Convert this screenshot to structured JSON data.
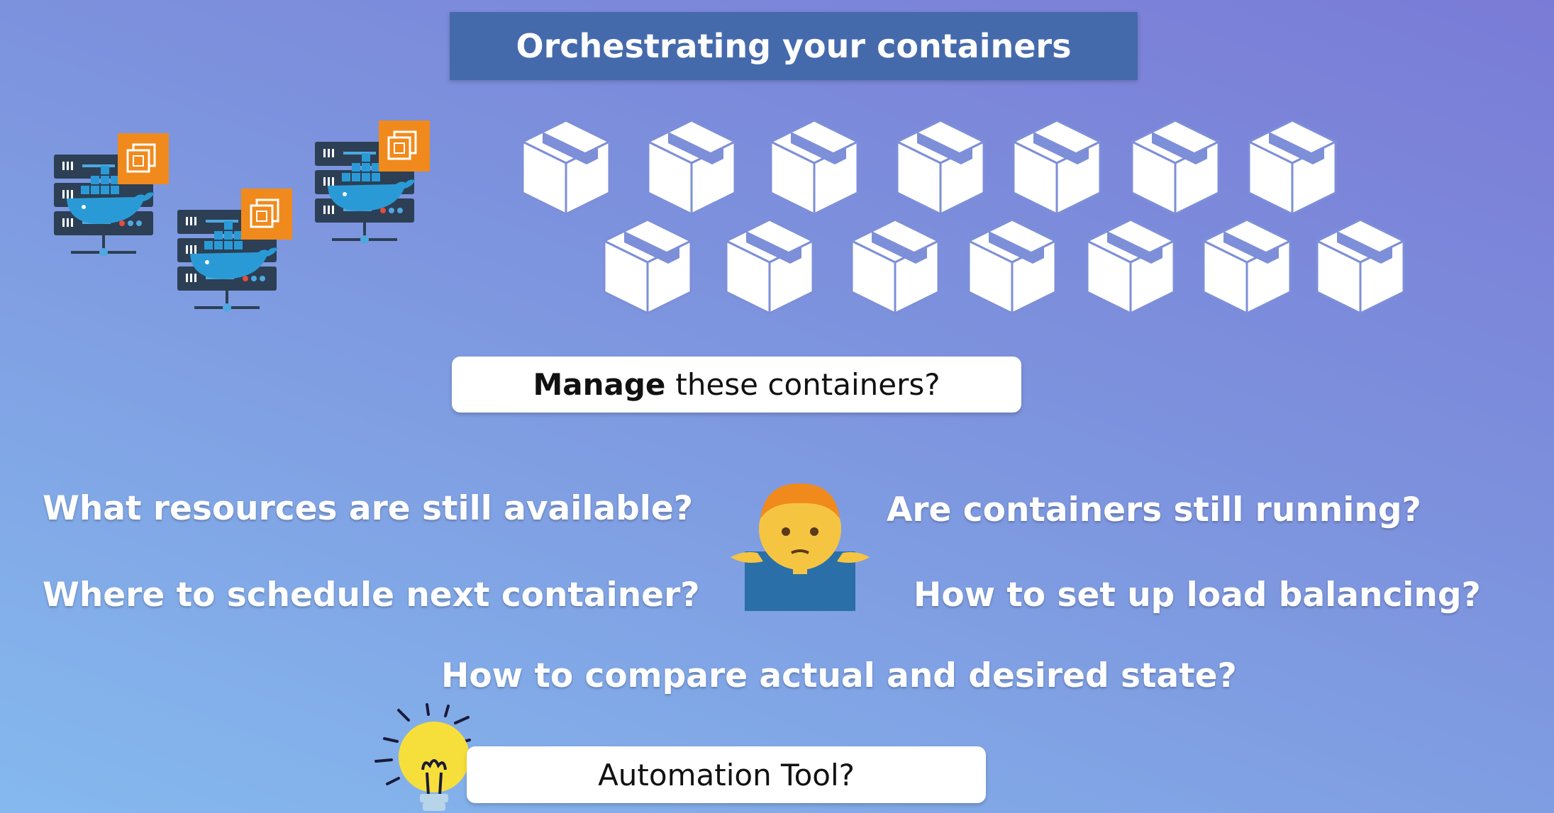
{
  "title": "Orchestrating your containers",
  "manage": {
    "bold": "Manage",
    "rest": "these containers?"
  },
  "questions": {
    "q1": "What resources are still available?",
    "q2": "Are containers still running?",
    "q3": "Where to schedule next container?",
    "q4": "How to set up load balancing?",
    "q5": "How to compare actual and desired state?"
  },
  "automation": "Automation Tool?",
  "icons": {
    "server": "docker-server-icon",
    "chip": "chip-icon",
    "container": "container-box-icon",
    "person": "shrugging-person-icon",
    "idea": "lightbulb-icon"
  },
  "colors": {
    "title_bar": "#456aac",
    "chip": "#f08a1c",
    "server": "#2c3f55",
    "whale": "#2a9ad6"
  }
}
